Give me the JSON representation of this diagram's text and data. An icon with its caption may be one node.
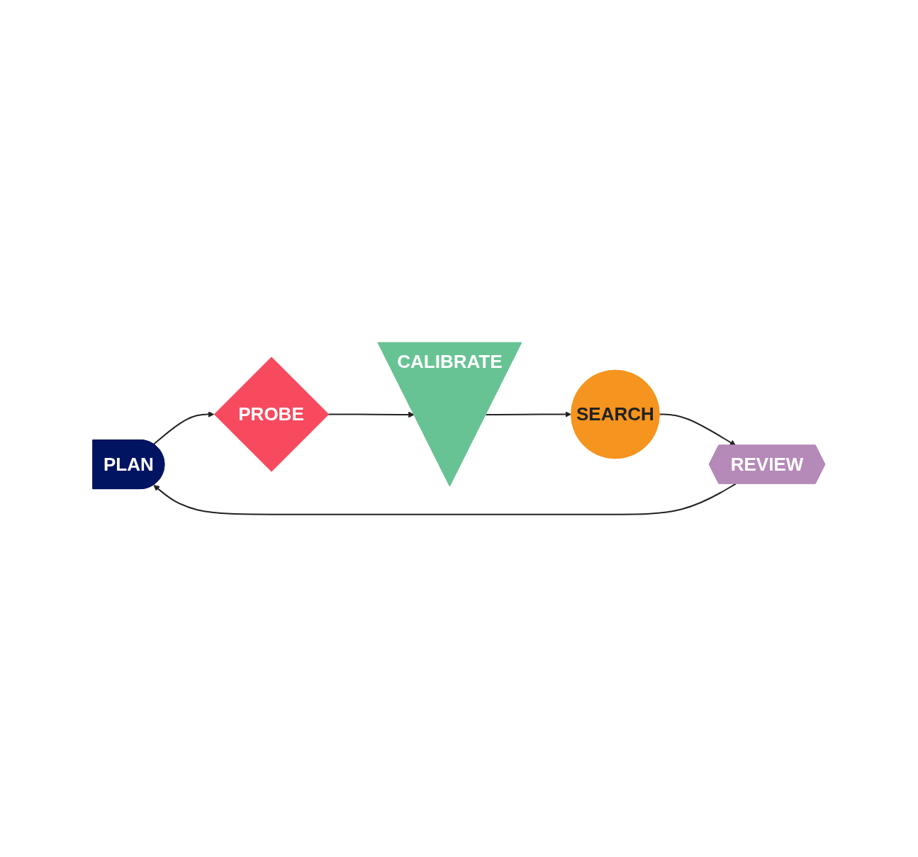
{
  "diagram": {
    "nodes": [
      {
        "text": [
          "PLAN"
        ]
      },
      {
        "text": [
          "PROBE"
        ]
      },
      {
        "text": [
          "CALIBRATE"
        ]
      },
      {
        "text": [
          "SEARCH"
        ]
      },
      {
        "text": [
          "REVIEW"
        ]
      }
    ],
    "edges": [
      {
        "from": 0,
        "to": 1,
        "arrow": "to"
      },
      {
        "from": 1,
        "to": 2,
        "arrow": "to"
      },
      {
        "from": 2,
        "to": 3,
        "arrow": "to"
      },
      {
        "from": 3,
        "to": 4,
        "arrow": "to"
      },
      {
        "from": 4,
        "to": 0,
        "arrow": "to"
      }
    ]
  }
}
